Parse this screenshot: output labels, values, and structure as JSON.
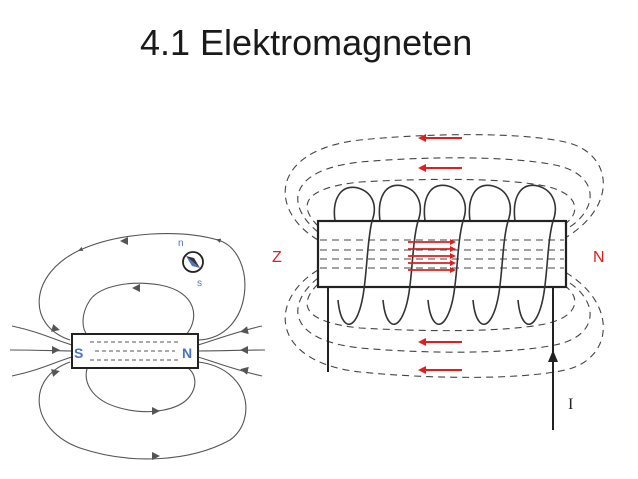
{
  "title": "4.1 Elektromagneten",
  "bar_magnet": {
    "south_label": "S",
    "north_label": "N",
    "compass": {
      "north_label": "n",
      "south_label": "s"
    }
  },
  "electromagnet": {
    "left_pole_label": "Z",
    "right_pole_label": "N",
    "current_label": "I"
  },
  "colors": {
    "field_line": "#555555",
    "bar_magnet_blue": "#4a73c4",
    "arrow_red": "#e11d1d",
    "pole_label_red": "#e11d1d",
    "outline": "#222222"
  }
}
